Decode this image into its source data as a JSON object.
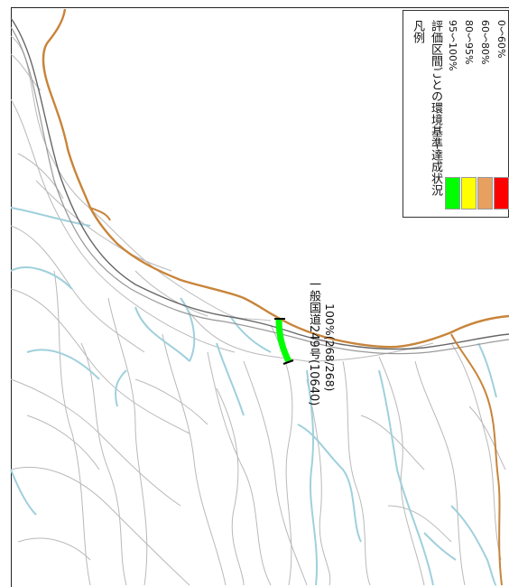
{
  "legend": {
    "title_line1": "凡例",
    "title_line2": "評価区間ごとの環境基準達成状況",
    "ranges": [
      {
        "label": "95～100%",
        "color": "#00ff00"
      },
      {
        "label": "80～95%",
        "color": "#ffff00"
      },
      {
        "label": "60～80%",
        "color": "#e8a060"
      },
      {
        "label": "0～60%",
        "color": "#ff0000"
      }
    ]
  },
  "road": {
    "name": "一般国道249号(10640)",
    "value": "100%(268/268)",
    "highlight_color": "#00ff00"
  },
  "colors": {
    "coastline": "#c8843a",
    "river": "#9fd0dc",
    "road": "#b4b4b4",
    "rail": "#666666",
    "background": "#ffffff"
  }
}
